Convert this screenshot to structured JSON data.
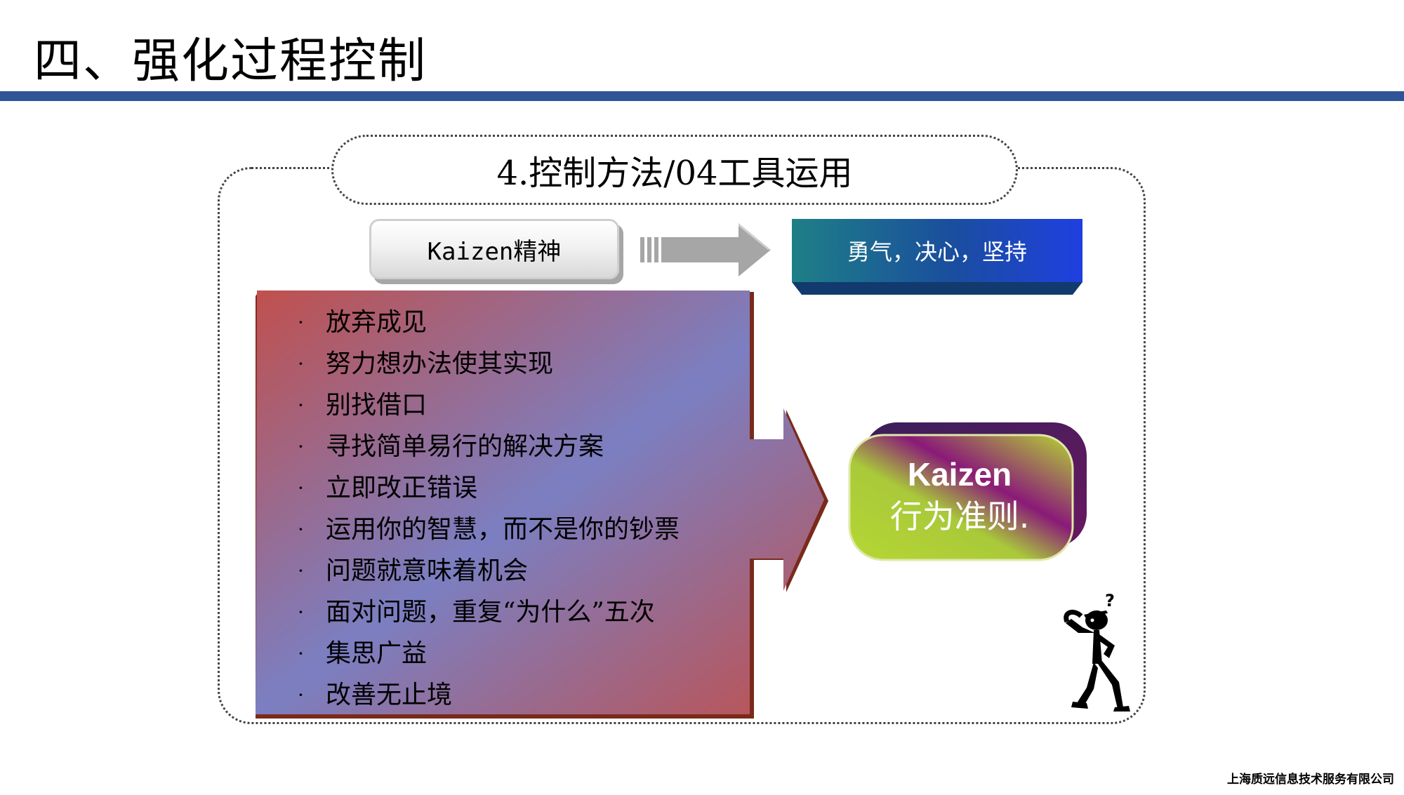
{
  "slide": {
    "title": "四、强化过程控制"
  },
  "section": {
    "heading": "4.控制方法/04工具运用"
  },
  "flow": {
    "left_label": "Kaizen精神",
    "right_label": "勇气，决心，坚持"
  },
  "bullets": [
    "放弃成见",
    "努力想办法使其实现",
    "别找借口",
    "寻找简单易行的解决方案",
    "立即改正错误",
    "运用你的智慧，而不是你的钞票",
    "问题就意味着机会",
    "面对问题，重复“为什么”五次",
    "集思广益",
    "改善无止境"
  ],
  "bullet_glyph": "·",
  "rules": {
    "line1": "Kaizen",
    "line2": "行为准则."
  },
  "footer": {
    "company": "上海质远信息技术服务有限公司"
  },
  "colors": {
    "title_rule": "#2f5597",
    "courage_left": "#1e7f86",
    "courage_right": "#1f3fe0",
    "arrow_red": "#c0504d",
    "arrow_blue": "#7b7fc2",
    "rules_lime": "#b5d733",
    "rules_purple": "#8a1a78"
  },
  "icons": {
    "connector": "gray-arrow-icon",
    "figure": "thinking-person-icon"
  }
}
